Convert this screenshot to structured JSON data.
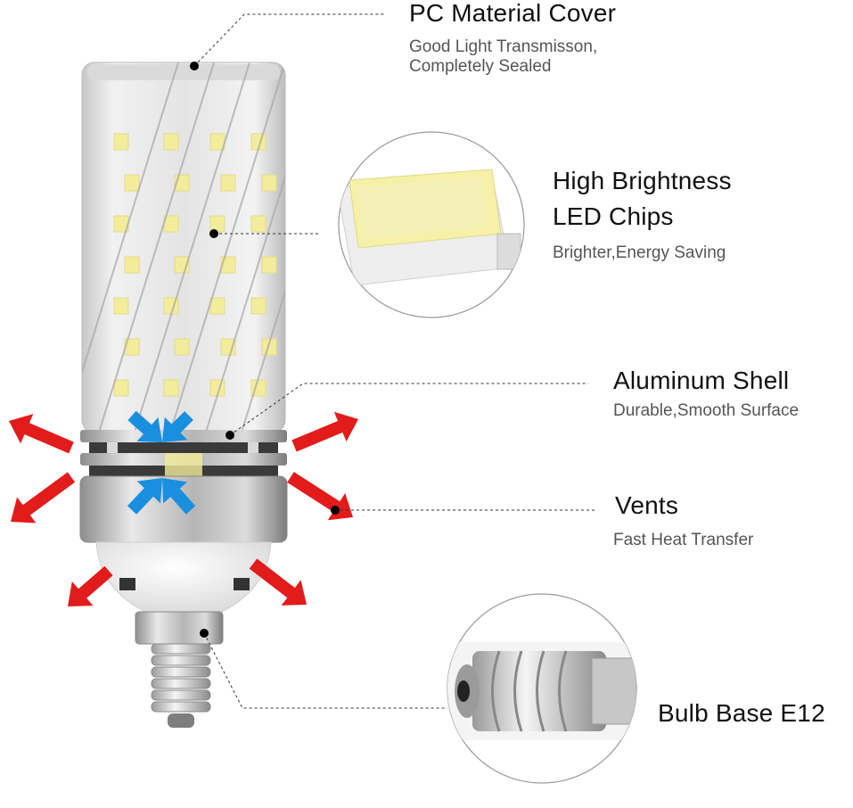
{
  "callouts": {
    "pc_cover": {
      "title": "PC Material Cover",
      "desc_line1": "Good Light Transmisson,",
      "desc_line2": "Completely Sealed"
    },
    "led_chips": {
      "title_line1": "High Brightness",
      "title_line2": "LED Chips",
      "desc": "Brighter,Energy Saving"
    },
    "aluminum": {
      "title": "Aluminum Shell",
      "desc": "Durable,Smooth Surface"
    },
    "vents": {
      "title": "Vents",
      "desc": "Fast Heat Transfer"
    },
    "base": {
      "title": "Bulb Base E12"
    }
  },
  "colors": {
    "heat_arrow": "#e21b1b",
    "cool_arrow": "#1a8fe0",
    "led": "#f3ec9a",
    "metal": "#c9c9c9"
  }
}
